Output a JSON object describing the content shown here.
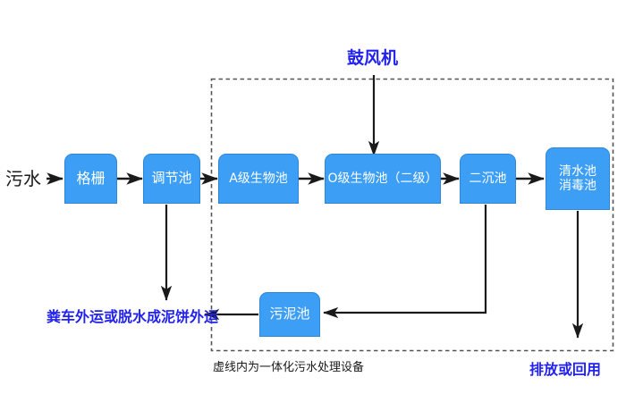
{
  "diagram": {
    "title_label": "鼓风机",
    "inlet_label": "污水",
    "dashed_caption": "虚线内为一体化污水处理设备",
    "outlet_label": "排放或回用",
    "sludge_disposal_label": "粪车外运或脱水成泥饼外运",
    "colors": {
      "node_fill": "#3d9ef5",
      "node_border": "#2f86d8",
      "node_text": "#ffffff",
      "blue_text": "#2222ee",
      "black_text": "#1a1a1a",
      "arrow": "#1a1a1a",
      "dashed_box": "#555555",
      "background": "#ffffff"
    },
    "nodes": [
      {
        "id": "grille",
        "label": "格栅",
        "lines": [
          "格栅"
        ]
      },
      {
        "id": "regulating",
        "label": "调节池",
        "lines": [
          "调节池"
        ]
      },
      {
        "id": "a-stage",
        "label": "A级生物池",
        "lines": [
          "A级生物池"
        ]
      },
      {
        "id": "o-stage",
        "label": "O级生物池（二级）",
        "lines": [
          "O级生物池（二级）"
        ]
      },
      {
        "id": "secondary",
        "label": "二沉池",
        "lines": [
          "二沉池"
        ]
      },
      {
        "id": "clearwater",
        "label": "清水池消毒池",
        "lines": [
          "清水池",
          "消毒池"
        ]
      },
      {
        "id": "sludge",
        "label": "污泥池",
        "lines": [
          "污泥池"
        ]
      }
    ],
    "flow_sequence": [
      "污水",
      "格栅",
      "调节池",
      "A级生物池",
      "O级生物池（二级）",
      "二沉池",
      "清水池消毒池",
      "排放或回用"
    ],
    "connections": [
      {
        "from": "污水",
        "to": "格栅",
        "kind": "arrow-right"
      },
      {
        "from": "格栅",
        "to": "调节池",
        "kind": "arrow-right"
      },
      {
        "from": "调节池",
        "to": "A级生物池",
        "kind": "arrow-right"
      },
      {
        "from": "A级生物池",
        "to": "O级生物池（二级）",
        "kind": "arrow-right"
      },
      {
        "from": "O级生物池（二级）",
        "to": "二沉池",
        "kind": "arrow-right"
      },
      {
        "from": "二沉池",
        "to": "清水池消毒池",
        "kind": "arrow-right"
      },
      {
        "from": "鼓风机",
        "to": "O级生物池（二级）",
        "kind": "arrow-down"
      },
      {
        "from": "调节池",
        "to": "粪车外运或脱水成泥饼外运",
        "kind": "arrow-down"
      },
      {
        "from": "二沉池",
        "to": "污泥池",
        "kind": "arrow-elbow-left"
      },
      {
        "from": "污泥池",
        "to": "粪车外运或脱水成泥饼外运",
        "kind": "arrow-left"
      },
      {
        "from": "清水池消毒池",
        "to": "排放或回用",
        "kind": "arrow-down"
      }
    ]
  }
}
